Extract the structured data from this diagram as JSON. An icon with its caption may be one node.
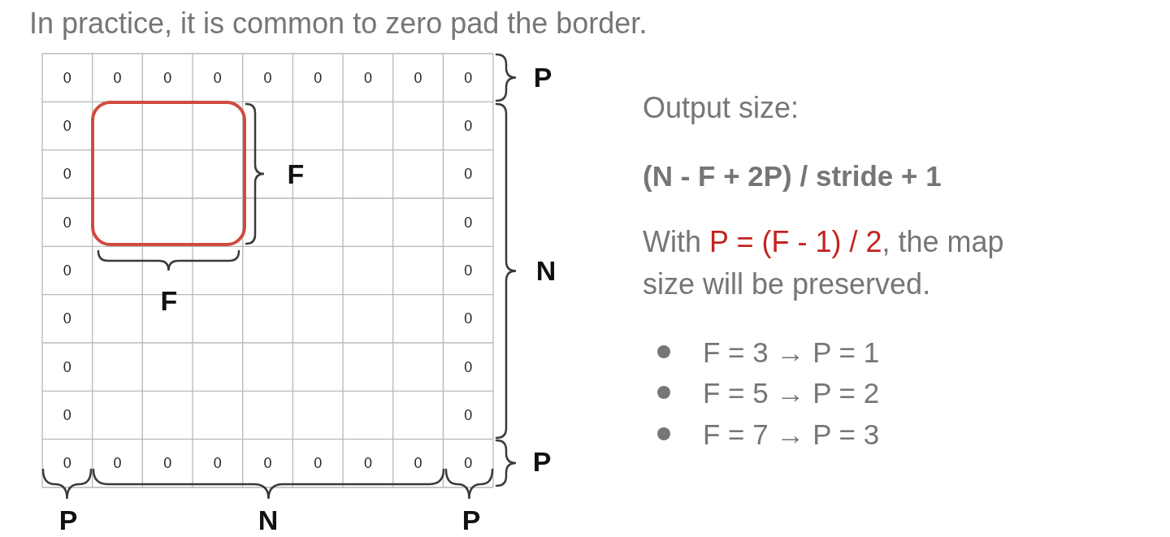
{
  "diagram": {
    "title": "In practice, it is common to zero pad the border.",
    "nodes": [
      {
        "text": [],
        "shape": "box"
      }
    ],
    "labels": [
      "0",
      "0",
      "0",
      "0",
      "0",
      "0",
      "0",
      "0",
      "0",
      "0",
      "0",
      "0",
      "0",
      "0",
      "0",
      "0",
      "0",
      "0",
      "0",
      "0",
      "0",
      "0",
      "0",
      "0",
      "0",
      "0",
      "0",
      "0",
      "0",
      "0",
      "0",
      "0",
      "P",
      "F",
      "N",
      "F",
      "P",
      "P",
      "N",
      "P",
      "Output size:",
      "(N - F + 2P) / stride + 1",
      "With P = (F - 1) / 2, the map size will be preserved.",
      "F = 3 → P = 1",
      "F = 5 → P = 2",
      "F = 7 → P = 3"
    ]
  }
}
